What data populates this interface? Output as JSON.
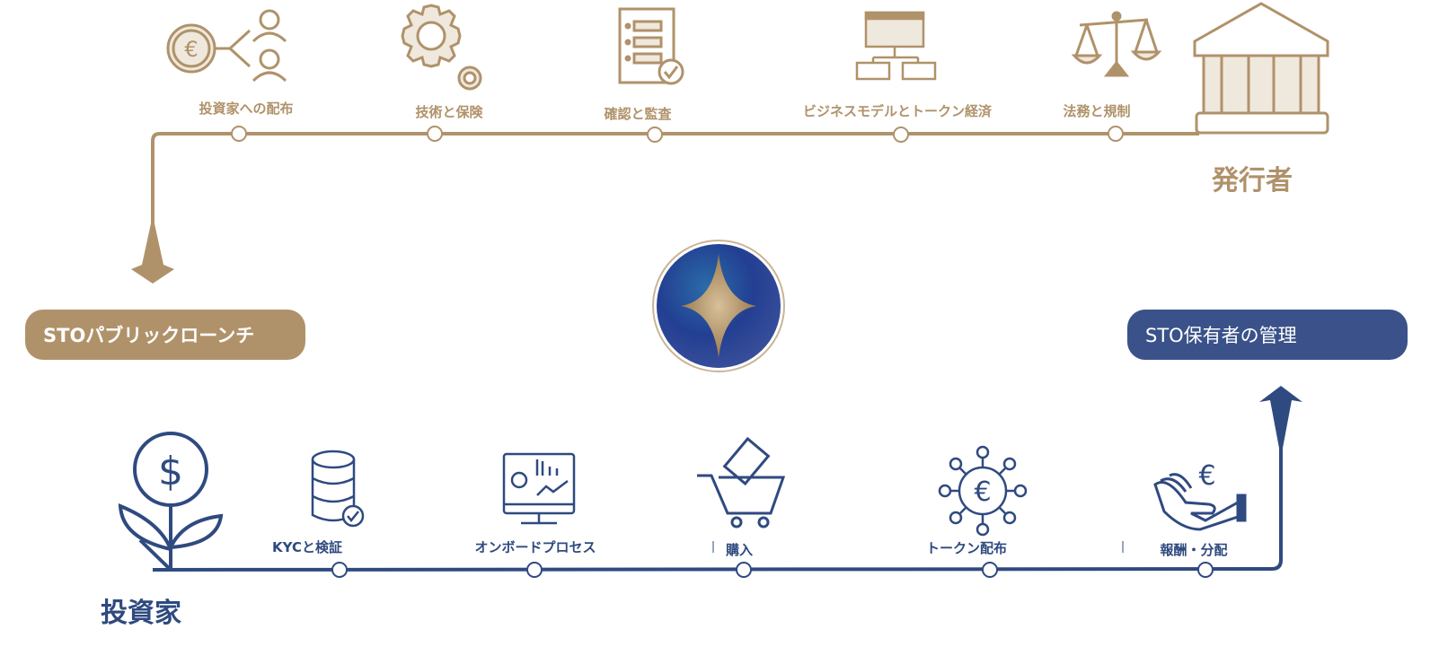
{
  "issuer": {
    "title": "発行者",
    "steps": [
      {
        "label": "投資家への配布",
        "icon": "euro-distribution-icon"
      },
      {
        "label": "技術と保険",
        "icon": "gears-icon"
      },
      {
        "label": "確認と監査",
        "icon": "checklist-icon"
      },
      {
        "label": "ビジネスモデルとトークン経済",
        "icon": "org-chart-icon"
      },
      {
        "label": "法務と規制",
        "icon": "scales-icon"
      }
    ],
    "building_icon": "bank-building-icon"
  },
  "investor": {
    "title": "投資家",
    "plant_icon": "dollar-plant-icon",
    "steps": [
      {
        "label": "KYCと検証",
        "icon": "database-check-icon"
      },
      {
        "label": "オンボードプロセス",
        "icon": "monitor-chart-icon"
      },
      {
        "label": "購入",
        "icon": "shopping-cart-icon"
      },
      {
        "label": "トークン配布",
        "icon": "euro-network-icon"
      },
      {
        "label": "報酬・分配",
        "icon": "hand-euro-icon"
      }
    ]
  },
  "launch_pill": "STOパブリックローンチ",
  "holder_pill": "STO保有者の管理",
  "center_logo": "star-logo-icon",
  "colors": {
    "gold": "#b0926a",
    "navy": "#2f4a80",
    "navy_pill": "#3a5289"
  }
}
